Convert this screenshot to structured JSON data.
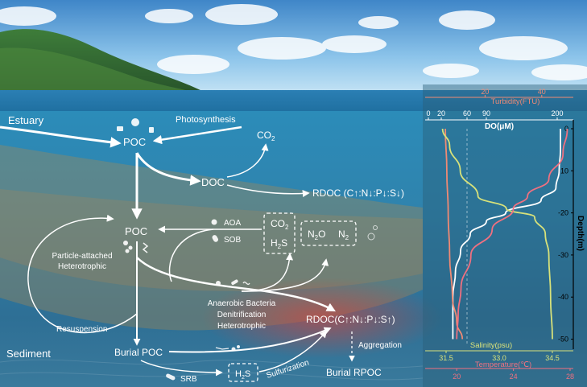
{
  "diagram": {
    "estuary": "Estuary",
    "sediment": "Sediment",
    "photosynthesis": "Photosynthesis",
    "poc_top": "POC",
    "co2_top": "CO",
    "co2_sub": "2",
    "doc": "DOC",
    "rdoc_top": "RDOC (C↑:N↓:P↓:S↓)",
    "poc_mid": "POC",
    "aoa": "AOA",
    "sob": "SOB",
    "box_co2": "CO",
    "box_co2_sub": "2",
    "box_h2s": "H",
    "box_h2s_sub": "2",
    "box_h2s_tail": "S",
    "box_n2o": "N",
    "box_n2o_sub": "2",
    "box_n2o_tail": "O",
    "box_n2": "N",
    "box_n2_sub": "2",
    "particle_line1": "Particle-attached",
    "particle_line2": "Heterotrophic",
    "anaerobic_line1": "Anaerobic Bacteria",
    "anaerobic_line2": "Denitrification",
    "anaerobic_line3": "Heterotrophic",
    "resuspension": "Resuspension",
    "rdoc_bottom": "RDOC(C↑:N↓:P↓:S↑)",
    "aggregation": "Aggregation",
    "burial_poc": "Burial POC",
    "srb": "SRB",
    "bottom_h2s": "H",
    "bottom_h2s_sub": "2",
    "bottom_h2s_tail": "S",
    "sulfurization": "Sulfurization",
    "burial_rpoc": "Burial RPOC"
  },
  "profile": {
    "turbidity_label": "Turbidity(FTU)",
    "turbidity_ticks": [
      "20",
      "40"
    ],
    "do_label": "DO(μM)",
    "do_ticks": [
      "0",
      "20",
      "60",
      "90",
      "200"
    ],
    "depth_label": "Depth(m)",
    "depth_ticks": [
      "0",
      "-10",
      "-20",
      "-30",
      "-40",
      "-50"
    ],
    "salinity_label": "Salinity(psu)",
    "salinity_ticks": [
      "31.5",
      "33.0",
      "34.5"
    ],
    "temperature_label": "Temperature(℃)",
    "temperature_ticks": [
      "20",
      "24",
      "28"
    ],
    "colors": {
      "turbidity": "#f08a74",
      "do": "#ffffff",
      "salinity": "#d8e27a",
      "temperature": "#f07080"
    }
  },
  "chart_data": {
    "type": "line",
    "ylabel": "Depth(m)",
    "ylim": [
      -52,
      0
    ],
    "series": [
      {
        "name": "DO(μM)",
        "axis": "top",
        "xlim": [
          0,
          220
        ],
        "points": [
          [
            205,
            0
          ],
          [
            205,
            -5
          ],
          [
            203,
            -10
          ],
          [
            198,
            -14
          ],
          [
            175,
            -17
          ],
          [
            120,
            -20
          ],
          [
            90,
            -22
          ],
          [
            65,
            -25
          ],
          [
            50,
            -29
          ],
          [
            42,
            -34
          ],
          [
            38,
            -40
          ],
          [
            38,
            -46
          ],
          [
            38,
            -50
          ]
        ]
      },
      {
        "name": "Turbidity(FTU)",
        "axis": "top",
        "xlim": [
          0,
          50
        ],
        "points": [
          [
            6,
            0
          ],
          [
            6.5,
            -10
          ],
          [
            7,
            -20
          ],
          [
            7.5,
            -30
          ],
          [
            8.5,
            -40
          ],
          [
            10,
            -46
          ],
          [
            12,
            -50
          ]
        ]
      },
      {
        "name": "Salinity(psu)",
        "axis": "bottom",
        "xlim": [
          31.0,
          35.0
        ],
        "points": [
          [
            31.4,
            0
          ],
          [
            31.6,
            -4
          ],
          [
            31.9,
            -10
          ],
          [
            32.4,
            -16
          ],
          [
            33.2,
            -19
          ],
          [
            34.0,
            -21
          ],
          [
            34.3,
            -25
          ],
          [
            34.4,
            -30
          ],
          [
            34.45,
            -40
          ],
          [
            34.5,
            -50
          ]
        ]
      },
      {
        "name": "Temperature(℃)",
        "axis": "bottom",
        "xlim": [
          18,
          28
        ],
        "points": [
          [
            27.8,
            0
          ],
          [
            27.5,
            -6
          ],
          [
            26.5,
            -12
          ],
          [
            25,
            -16
          ],
          [
            24,
            -19
          ],
          [
            22.5,
            -24
          ],
          [
            21,
            -30
          ],
          [
            20.3,
            -38
          ],
          [
            20.1,
            -44
          ],
          [
            20,
            -50
          ]
        ]
      }
    ]
  }
}
